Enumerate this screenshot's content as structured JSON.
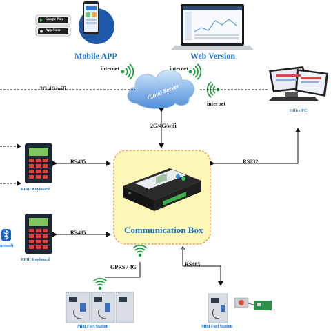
{
  "mobile_app": {
    "title": "Mobile APP",
    "stores": [
      "Google Play",
      "App Store"
    ]
  },
  "web_version": {
    "title": "Web Version"
  },
  "cloud": {
    "label": "Cloud Server"
  },
  "office_pc": {
    "label": "Office PC"
  },
  "communication_box": {
    "label": "Communication Box"
  },
  "rfid_keyboards": [
    {
      "label": "RFID Keyboard"
    },
    {
      "label": "RFID Keyboard"
    }
  ],
  "bluetooth_label": "uetooth",
  "stations": [
    {
      "label": "Mini Fuel Station"
    },
    {
      "label": "Mini Fuel Station"
    }
  ],
  "links": {
    "net_left": "2G/4G/wifi",
    "internet_mobile": "internet",
    "internet_web": "internet",
    "internet_pc": "internet",
    "cloud_to_box": "2G/4G/wifi",
    "rs485_top": "RS485",
    "rs485_mid": "RS485",
    "rs232": "RS232",
    "gprs": "GPRS / 4G",
    "rs485_bottom": "RS485"
  },
  "colors": {
    "accent_blue": "#1a73c8",
    "box_fill": "#fdf7b8",
    "box_border": "#f08a3c",
    "wifi_green": "#1e9a3c"
  }
}
